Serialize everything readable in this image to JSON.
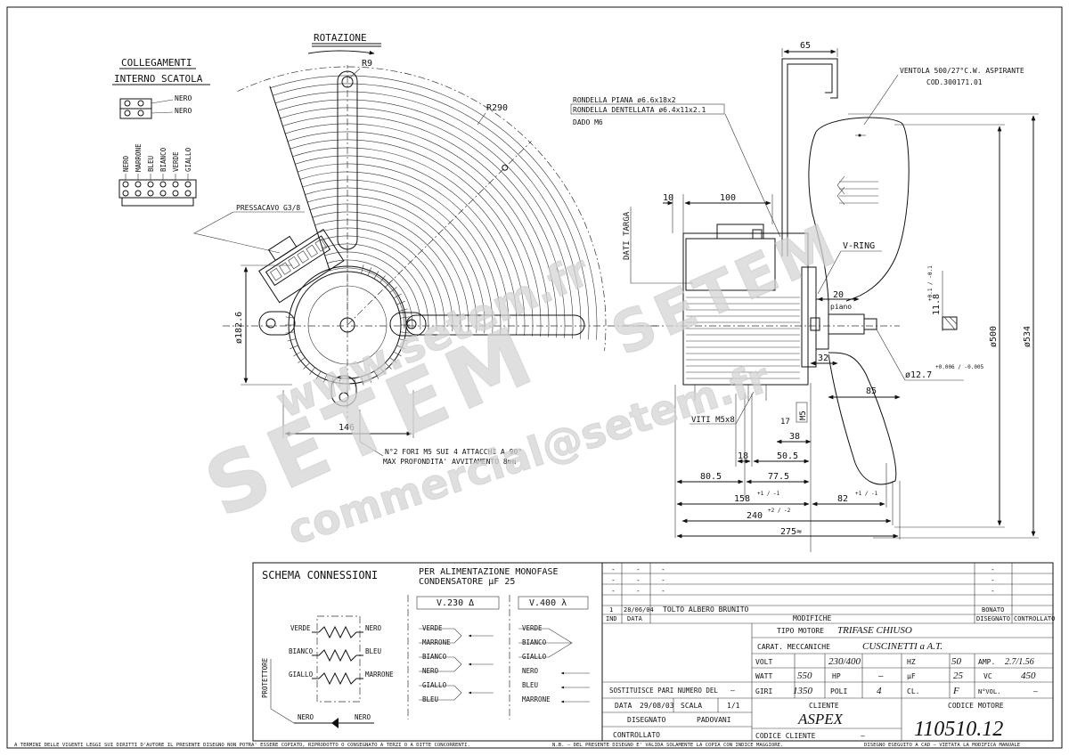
{
  "connections_box": {
    "title": [
      "COLLEGAMENTI",
      "INTERNO SCATOLA"
    ],
    "pair_labels": [
      "NERO",
      "NERO"
    ],
    "terminal_labels": [
      "NERO",
      "MARRONE",
      "BLEU",
      "BIANCO",
      "VERDE",
      "GIALLO"
    ],
    "gland": "PRESSACAVO G3/8"
  },
  "front_view": {
    "rotation_title": "ROTAZIONE",
    "radius_hub": "R9",
    "radius_outer": "R290",
    "diameter": "ø182.6",
    "width": "146",
    "holes_note_1": "N°2 FORI M5 SUI 4 ATTACCHI A 90°",
    "holes_note_2": "MAX PROFONDITA' AVVITAMENTO 8mm"
  },
  "side_view": {
    "dim_65": "65",
    "fan_note_1": "VENTOLA  500/27°C.W. ASPIRANTE",
    "fan_note_2": "COD.300171.01",
    "washer_1": "RONDELLA PIANA ø6.6x18x2",
    "washer_2": "RONDELLA DENTELLATA ø6.4x11x2.1",
    "nut": "DADO M6",
    "dim_10": "10",
    "dim_100": "100",
    "plate": "DATI TARGA",
    "vring": "V-RING",
    "dim_20": "20",
    "piano": "piano",
    "dim_11_8": "11.8",
    "tol_11_8": "+0.1 / -0.1",
    "dim_500": "ø500",
    "dim_534": "ø534",
    "dim_32": "32",
    "dim_12_7": "ø12.7",
    "tol_12_7": "+0.006 / -0.005",
    "dim_85": "85",
    "screws": "VITI M5x8",
    "dim_17": "17",
    "dim_m5": "M5",
    "dim_38": "38",
    "dim_18": "18",
    "dim_50_5": "50.5",
    "dim_80_5": "80.5",
    "dim_77_5": "77.5",
    "dim_158": "158",
    "tol_158": "+1 / -1",
    "dim_82": "82",
    "tol_82": "+1 / -1",
    "dim_240": "240",
    "tol_240": "+2 / -2",
    "dim_275": "275≈"
  },
  "watermark": {
    "brand": "SETEM",
    "url": "www.setem.fr",
    "email": "commercial@setem.fr"
  },
  "schema": {
    "title": "SCHEMA CONNESSIONI",
    "note_1": "PER ALIMENTAZIONE MONOFASE",
    "note_2": "CONDENSATORE µF 25",
    "v230": "V.230 Δ",
    "v400": "V.400 λ",
    "left_wires": [
      "VERDE",
      "BIANCO",
      "GIALLO"
    ],
    "right_wires": [
      "NERO",
      "BLEU",
      "MARRONE"
    ],
    "protector": "PROTETTORE",
    "bottom_left": "NERO",
    "bottom_right": "NERO",
    "d_list": [
      "VERDE",
      "MARRONE",
      "BIANCO",
      "NERO",
      "GIALLO",
      "BLEU"
    ],
    "y_list": [
      "VERDE",
      "BIANCO",
      "GIALLO",
      "NERO",
      "BLEU",
      "MARRONE"
    ]
  },
  "title_block": {
    "rev_rows": [
      [
        "-",
        "-",
        "-"
      ],
      [
        "-",
        "-",
        "-"
      ],
      [
        "-",
        "-",
        "-"
      ]
    ],
    "rev_right_marks": [
      "-",
      "-",
      "-"
    ],
    "rev_1": [
      "1",
      "28/06/04",
      "TOLTO ALBERO BRUNITO"
    ],
    "rev_1_right": "BONATO",
    "head_ind": "IND",
    "head_data": "DATA",
    "head_mod": "MODIFICHE",
    "head_dis": "DISEGNATO",
    "head_ctrl": "CONTROLLATO",
    "motor_type_label": "TIPO MOTORE",
    "motor_type": "TRIFASE CHIUSO",
    "mech_label": "CARAT. MECCANICHE",
    "mech": "CUSCINETTI a A.T.",
    "volt_label": "VOLT",
    "volt": "230/400",
    "hz_label": "HZ",
    "hz": "50",
    "amp_label": "AMP.",
    "amp": "2.7/1.56",
    "watt_label": "WATT",
    "watt": "550",
    "hp_label": "HP",
    "hp": "—",
    "uf_label": "µF",
    "uf": "25",
    "vc_label": "VC",
    "vc": "450",
    "replaces_label": "SOSTITUISCE PARI NUMERO DEL",
    "replaces": "—",
    "giri_label": "GIRI",
    "giri": "1350",
    "poli_label": "POLI",
    "poli": "4",
    "cl_label": "CL.",
    "cl": "F",
    "nvol_label": "N°VOL.",
    "nvol": "—",
    "date_label": "DATA",
    "date": "29/08/03",
    "scale_label": "SCALA",
    "scale": "1/1",
    "client_label": "CLIENTE",
    "client": "ASPEX",
    "motor_code_label": "CODICE MOTORE",
    "motor_code": "110510.12",
    "drawn_label": "DISEGNATO",
    "drawn": "PADOVANI",
    "checked_label": "CONTROLLATO",
    "client_code_label": "CODICE CLIENTE",
    "client_code": "—"
  },
  "footer": {
    "left": "A TERMINI DELLE VIGENTI LEGGI SUI DIRITTI D'AUTORE IL PRESENTE DISEGNO NON POTRA' ESSERE COPIATO, RIPRODOTTO O CONSEGNATO A TERZI O A DITTE CONCORRENTI.",
    "middle": "N.B. — DEL PRESENTE DISEGNO E' VALIDA SOLAMENTE LA COPIA CON INDICE MAGGIORE.",
    "right": "DISEGNO ESEGUITO A CAD — VIETATA LA MODIFICA MANUALE"
  }
}
